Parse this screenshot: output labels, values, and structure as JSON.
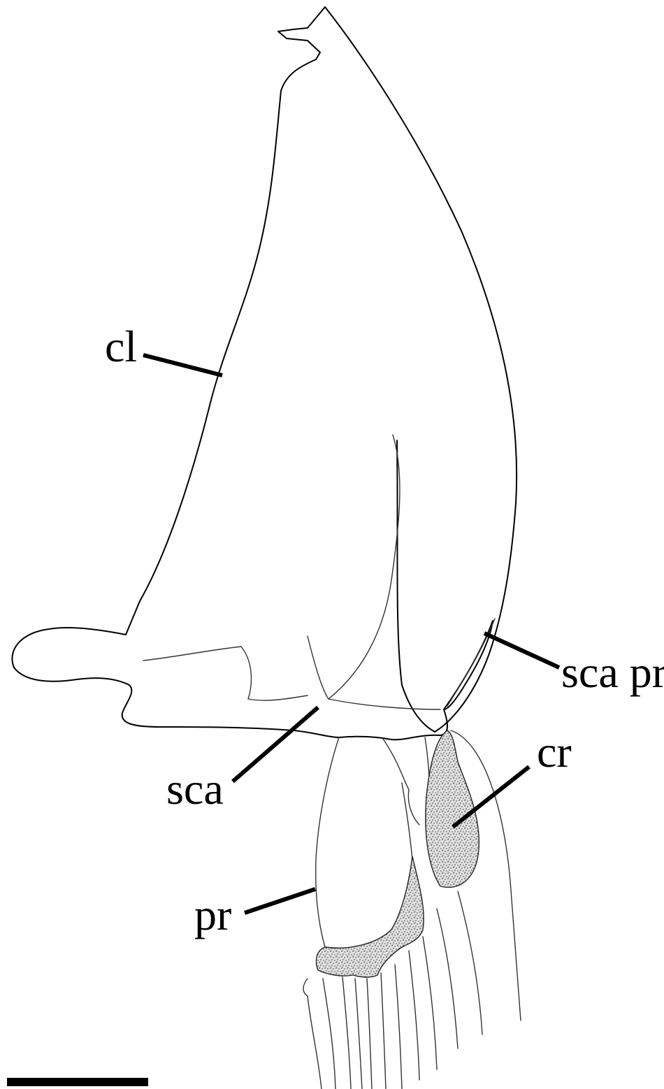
{
  "labels": {
    "cl": "cl",
    "sca_pr": "sca pr",
    "sca": "sca",
    "cr": "cr",
    "pr": "pr"
  },
  "colors": {
    "line": "#000000",
    "stipple": "#555555",
    "background": "#ffffff"
  }
}
